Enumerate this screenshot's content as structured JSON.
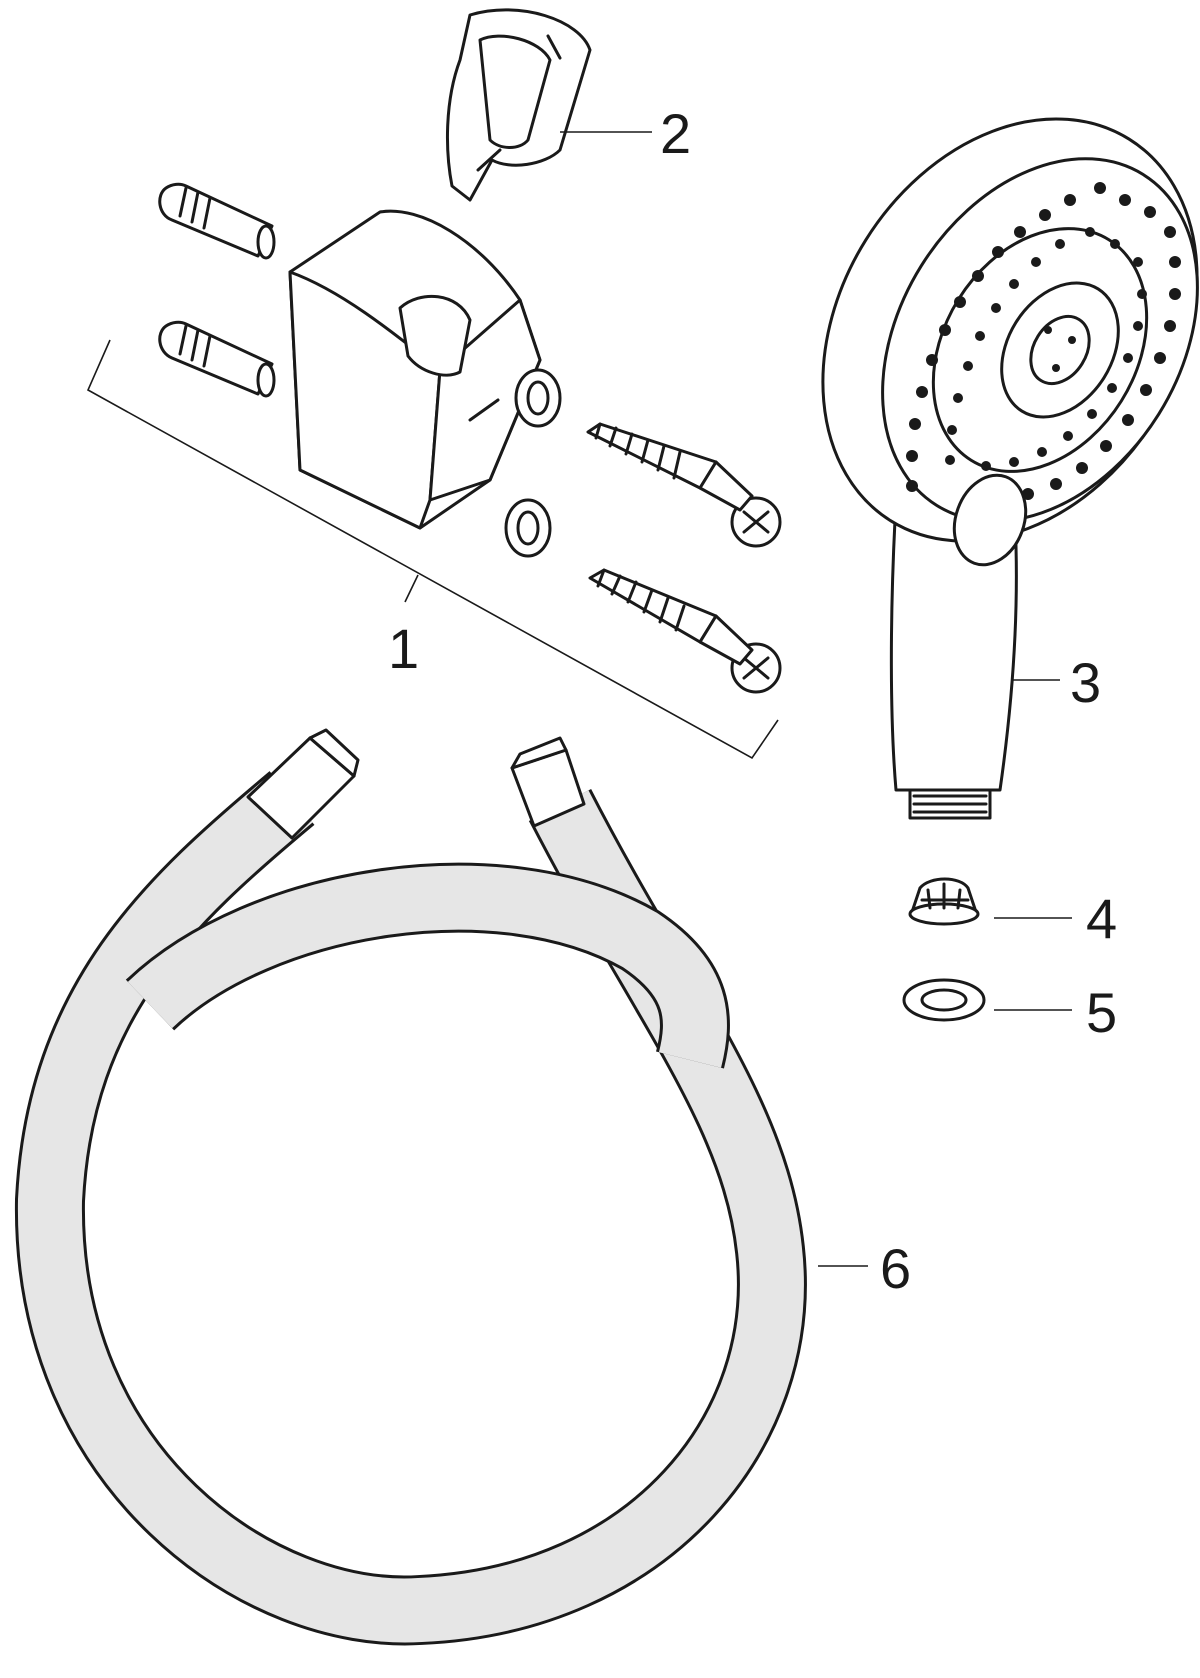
{
  "diagram": {
    "parts": [
      {
        "id": "wall-bracket-set",
        "number": "1"
      },
      {
        "id": "holder-insert",
        "number": "2"
      },
      {
        "id": "hand-shower",
        "number": "3"
      },
      {
        "id": "strainer",
        "number": "4"
      },
      {
        "id": "sealing-washer",
        "number": "5"
      },
      {
        "id": "shower-hose",
        "number": "6"
      }
    ]
  }
}
